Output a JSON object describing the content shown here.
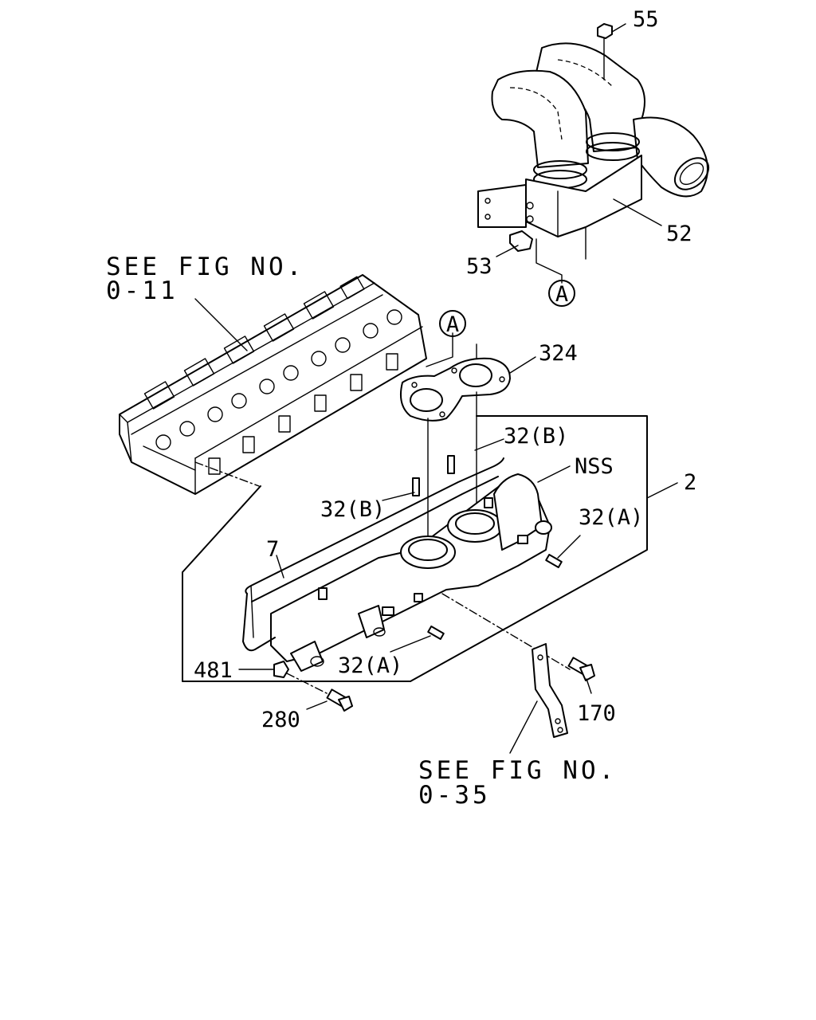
{
  "references": {
    "cylinder_head": {
      "line1": "SEE FIG NO.",
      "line2": "0-11"
    },
    "bracket": {
      "line1": "SEE FIG NO.",
      "line2": "0-35"
    }
  },
  "callouts": {
    "p55": "55",
    "p52": "52",
    "p53": "53",
    "a_top": "A",
    "a_mid": "A",
    "p324": "324",
    "p32b_upper": "32(B)",
    "pnss": "NSS",
    "p2": "2",
    "p32b_left": "32(B)",
    "p32a_right": "32(A)",
    "p7": "7",
    "p481": "481",
    "p32a_lower": "32(A)",
    "p170": "170",
    "p280": "280"
  }
}
